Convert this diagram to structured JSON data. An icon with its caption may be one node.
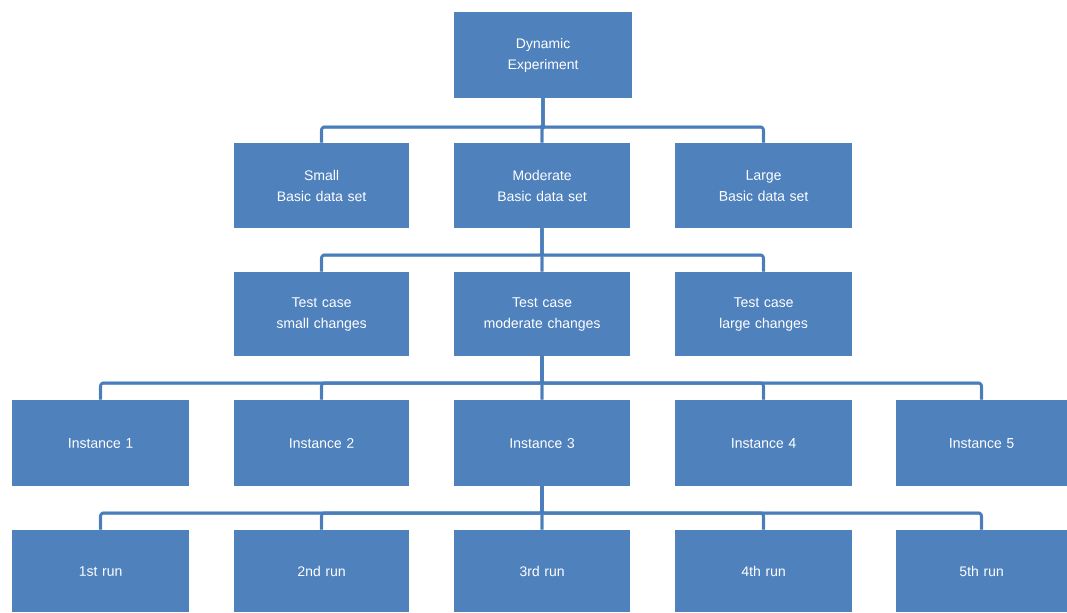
{
  "diagram": {
    "nodes": [
      {
        "text": [
          "Dynamic Experiment"
        ]
      },
      {
        "text": [
          "Small",
          "Basic data set"
        ]
      },
      {
        "text": [
          "Moderate",
          "Basic data set"
        ]
      },
      {
        "text": [
          "Large",
          "Basic data set"
        ]
      },
      {
        "text": [
          "Test case",
          "small changes"
        ]
      },
      {
        "text": [
          "Test case",
          "moderate changes"
        ]
      },
      {
        "text": [
          "Test case",
          "large changes"
        ]
      },
      {
        "text": [
          "Instance 1"
        ]
      },
      {
        "text": [
          "Instance 2"
        ]
      },
      {
        "text": [
          "Instance 3"
        ]
      },
      {
        "text": [
          "Instance 4"
        ]
      },
      {
        "text": [
          "Instance 5"
        ]
      },
      {
        "text": [
          "1st run"
        ]
      },
      {
        "text": [
          "2nd run"
        ]
      },
      {
        "text": [
          "3rd run"
        ]
      },
      {
        "text": [
          "4th run"
        ]
      },
      {
        "text": [
          "5th run"
        ]
      }
    ],
    "edges": [
      {
        "from": 0,
        "to": 1,
        "arrow": "none"
      },
      {
        "from": 0,
        "to": 2,
        "arrow": "none"
      },
      {
        "from": 0,
        "to": 3,
        "arrow": "none"
      },
      {
        "from": 2,
        "to": 4,
        "arrow": "none"
      },
      {
        "from": 2,
        "to": 5,
        "arrow": "none"
      },
      {
        "from": 2,
        "to": 6,
        "arrow": "none"
      },
      {
        "from": 5,
        "to": 7,
        "arrow": "none"
      },
      {
        "from": 5,
        "to": 8,
        "arrow": "none"
      },
      {
        "from": 5,
        "to": 9,
        "arrow": "none"
      },
      {
        "from": 5,
        "to": 10,
        "arrow": "none"
      },
      {
        "from": 5,
        "to": 11,
        "arrow": "none"
      },
      {
        "from": 9,
        "to": 12,
        "arrow": "none"
      },
      {
        "from": 9,
        "to": 13,
        "arrow": "none"
      },
      {
        "from": 9,
        "to": 14,
        "arrow": "none"
      },
      {
        "from": 9,
        "to": 15,
        "arrow": "none"
      },
      {
        "from": 9,
        "to": 16,
        "arrow": "none"
      }
    ]
  }
}
